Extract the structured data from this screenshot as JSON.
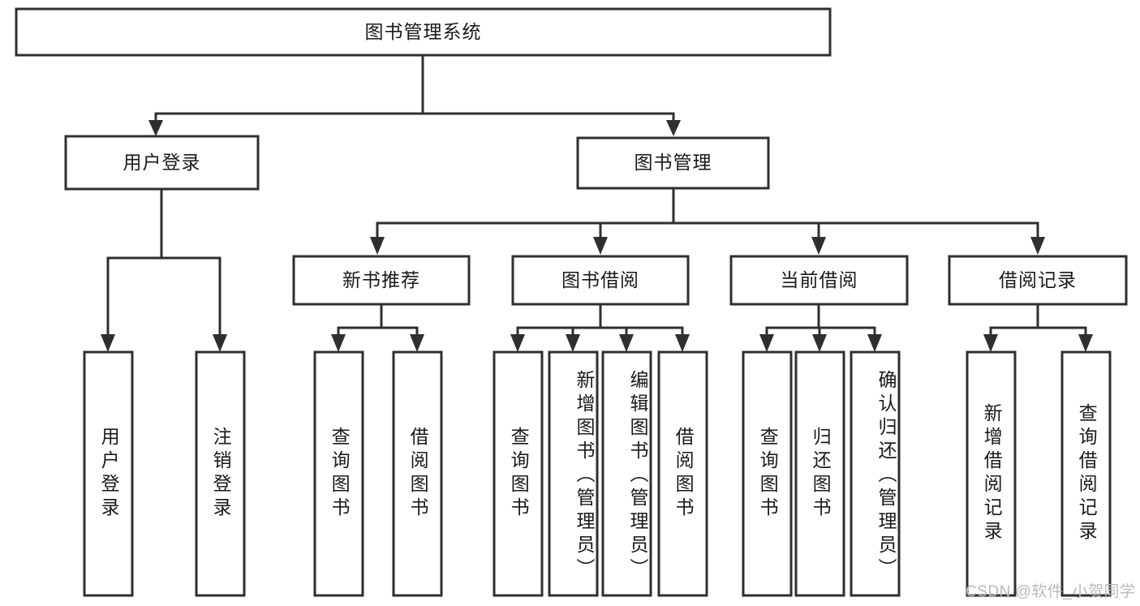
{
  "diagram": {
    "type": "tree",
    "title": "图书管理系统",
    "root": {
      "id": "root",
      "label": "图书管理系统"
    },
    "level1": [
      {
        "id": "user-login",
        "label": "用户登录"
      },
      {
        "id": "book-manage",
        "label": "图书管理"
      }
    ],
    "level2": [
      {
        "id": "new-book-recommend",
        "label": "新书推荐",
        "parent": "book-manage"
      },
      {
        "id": "book-borrow",
        "label": "图书借阅",
        "parent": "book-manage"
      },
      {
        "id": "current-borrow",
        "label": "当前借阅",
        "parent": "book-manage"
      },
      {
        "id": "borrow-record",
        "label": "借阅记录",
        "parent": "book-manage"
      }
    ],
    "leaves": {
      "user-login": [
        {
          "id": "leaf-user-login",
          "label": "用户登录"
        },
        {
          "id": "leaf-user-logout",
          "label": "注销登录"
        }
      ],
      "new-book-recommend": [
        {
          "id": "leaf-query-book-1",
          "label": "查询图书"
        },
        {
          "id": "leaf-borrow-book-1",
          "label": "借阅图书"
        }
      ],
      "book-borrow": [
        {
          "id": "leaf-query-book-2",
          "label": "查询图书"
        },
        {
          "id": "leaf-add-book",
          "label": "新增图书（管理员）"
        },
        {
          "id": "leaf-edit-book",
          "label": "编辑图书（管理员）"
        },
        {
          "id": "leaf-borrow-book-2",
          "label": "借阅图书"
        }
      ],
      "current-borrow": [
        {
          "id": "leaf-query-book-3",
          "label": "查询图书"
        },
        {
          "id": "leaf-return-book",
          "label": "归还图书"
        },
        {
          "id": "leaf-confirm-return",
          "label": "确认归还（管理员）"
        }
      ],
      "borrow-record": [
        {
          "id": "leaf-add-record",
          "label": "新增借阅记录"
        },
        {
          "id": "leaf-query-record",
          "label": "查询借阅记录"
        }
      ]
    }
  },
  "watermark": {
    "text": "CSDN @软件_小贺同学"
  },
  "colors": {
    "box_stroke": "#2f2f2f",
    "box_fill": "#ffffff",
    "text": "#1a1a1a",
    "watermark": "#b9b9b9",
    "background": "#ffffff"
  }
}
